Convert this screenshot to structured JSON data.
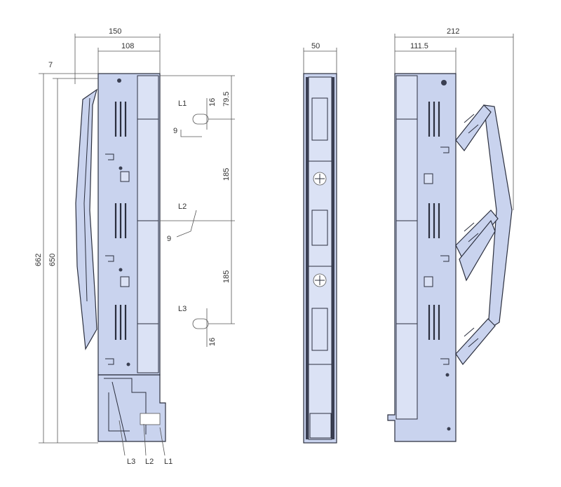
{
  "dimensions": {
    "width_150": "150",
    "width_108": "108",
    "offset_7": "7",
    "height_662": "662",
    "height_650": "650",
    "side_79_5": "79.5",
    "pitch_185_top": "185",
    "pitch_185_bottom": "185",
    "dia_16_top": "16",
    "dia_16_bottom": "16",
    "dia_9_top": "9",
    "dia_9_mid": "9",
    "width_50": "50",
    "width_212": "212",
    "width_111_5": "111.5"
  },
  "phase_labels": {
    "l1": "L1",
    "l2": "L2",
    "l3": "L3",
    "bottom_l3": "L3",
    "bottom_l2": "L2",
    "bottom_l1": "L1"
  },
  "colors": {
    "body": "#c9d3ee",
    "outline": "#2b2f3e",
    "dimension": "#555555"
  }
}
